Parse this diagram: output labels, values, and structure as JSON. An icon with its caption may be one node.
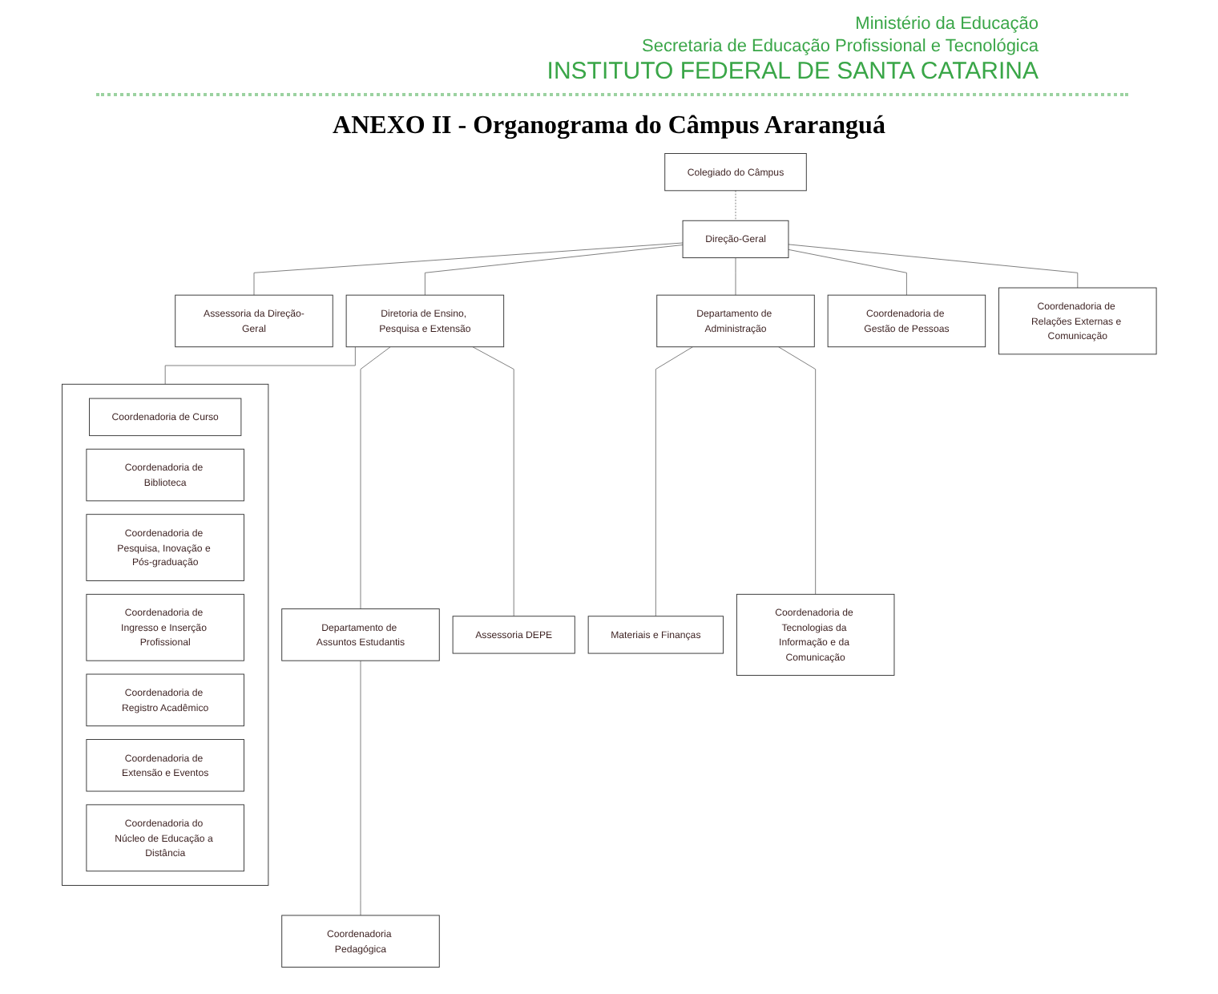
{
  "diagram": {
    "title": "ANEXO II - Organograma do Câmpus Araranguá",
    "nodes": [
      {
        "text": [
          "Colegiado do Câmpus"
        ]
      },
      {
        "text": [
          "Direção-Geral"
        ]
      },
      {
        "text": [
          "Assessoria da Direção-Geral"
        ]
      },
      {
        "text": [
          "Departamento de Assuntos Estudantis"
        ]
      },
      {
        "text": [
          "Diretoria de Ensino, Pesquisa e Extensão"
        ]
      },
      {
        "text": [
          "Assessoria DEPE"
        ]
      },
      {
        "text": [
          "Departamento de Administração"
        ]
      },
      {
        "text": [
          "Coordenadoria Pedagógica"
        ]
      },
      {
        "text": [
          "Coordenadoria de Gestão de Pessoas"
        ]
      },
      {
        "text": [
          "Coordenadoria de Relações Externas e Comunicação"
        ]
      },
      {
        "text": [],
        "shape": "box"
      },
      {
        "text": [
          "Coordenadoria de Curso"
        ],
        "in": 10
      },
      {
        "text": [
          "Coordenadoria de Biblioteca"
        ],
        "in": 10
      },
      {
        "text": [
          "Coordenadoria de Pesquisa, Inovação e Pós-graduação"
        ],
        "in": 10
      },
      {
        "text": [
          "Coordenadoria de Ingresso e Inserção Profissional"
        ],
        "in": 10
      },
      {
        "text": [
          "Coordenadoria de Registro Acadêmico"
        ],
        "in": 10
      },
      {
        "text": [
          "Coordenadoria de Extensão e Eventos"
        ],
        "in": 10
      },
      {
        "text": [
          "Coordenadoria do Núcleo de Educação a Distância"
        ],
        "in": 10
      },
      {
        "text": [
          "Materiais e Finanças"
        ]
      },
      {
        "text": [
          "Coordenadoria de Tecnologias da Informação e da Comunicação"
        ]
      }
    ],
    "edges": [
      {
        "from": 0,
        "to": 1,
        "arrow": "none",
        "style": "dashed"
      },
      {
        "from": 1,
        "to": 2,
        "arrow": "none"
      },
      {
        "from": 1,
        "to": 4,
        "arrow": "none"
      },
      {
        "from": 4,
        "to": 3,
        "arrow": "none"
      },
      {
        "from": 4,
        "to": 5,
        "arrow": "none"
      },
      {
        "from": 1,
        "to": 8,
        "arrow": "none"
      },
      {
        "from": 1,
        "to": 9,
        "arrow": "none"
      },
      {
        "from": 1,
        "to": 6,
        "arrow": "none"
      },
      {
        "from": 3,
        "to": 7,
        "arrow": "none"
      },
      {
        "from": 4,
        "to": 10,
        "arrow": "none"
      },
      {
        "from": 6,
        "to": 18,
        "arrow": "none"
      },
      {
        "from": 6,
        "to": 19,
        "arrow": "none"
      }
    ],
    "labels": [
      "Ministério da Educação",
      "Secretaria de Educação Profissional e Tecnológica",
      "INSTITUTO FEDERAL DE SANTA CATARINA"
    ]
  }
}
